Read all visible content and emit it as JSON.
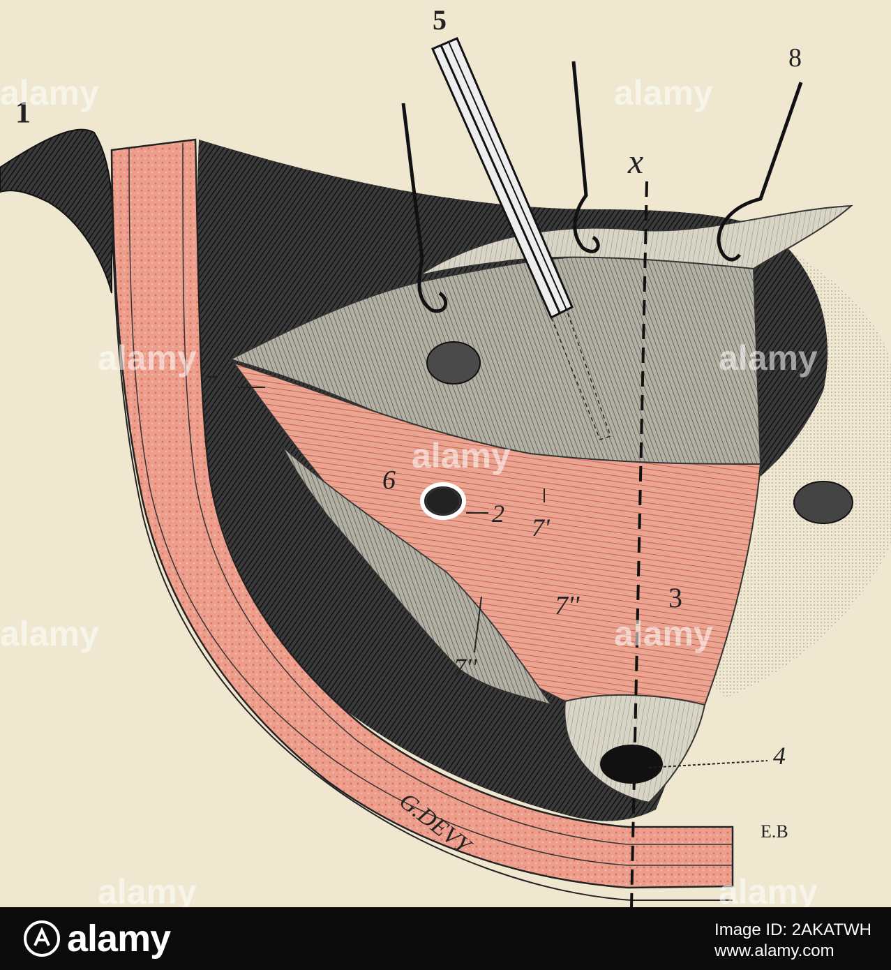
{
  "figure": {
    "labels": {
      "l1": "1",
      "l5": "5",
      "l8": "8",
      "lx": "x",
      "l7": "7",
      "l6": "6",
      "l2": "2",
      "l7p": "7'",
      "l7pp": "7''",
      "l3": "3",
      "l7ppp": "7''",
      "l4": "4",
      "signature": "G.DEVY",
      "eb": "E.B"
    },
    "watermark": "alamy",
    "colors": {
      "paper": "#efe7cf",
      "muscle": "#e79a86",
      "muscle_dark": "#c75a45",
      "tissue_dark": "#2a2a2a",
      "tissue_mid": "#7d7d78",
      "tissue_light": "#c9c6b8"
    }
  },
  "footer": {
    "brand": "alamy",
    "image_id_line": "Image ID: 2AKATWH",
    "site": "www.alamy.com"
  }
}
